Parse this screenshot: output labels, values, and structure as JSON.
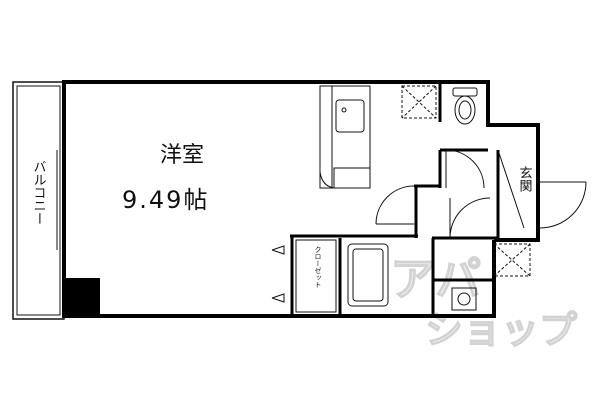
{
  "floor_plan": {
    "main_room_name": "洋室",
    "main_room_area": "9.49帖",
    "balcony_label": "バルコニー",
    "entrance_label": "玄関",
    "closet_label": "クローゼット"
  },
  "watermark": {
    "line1": "アパ",
    "line2": "ショップ"
  },
  "colors": {
    "wall": "#000000",
    "line": "#111111",
    "background": "#ffffff",
    "watermark": "#d2d2d2"
  }
}
